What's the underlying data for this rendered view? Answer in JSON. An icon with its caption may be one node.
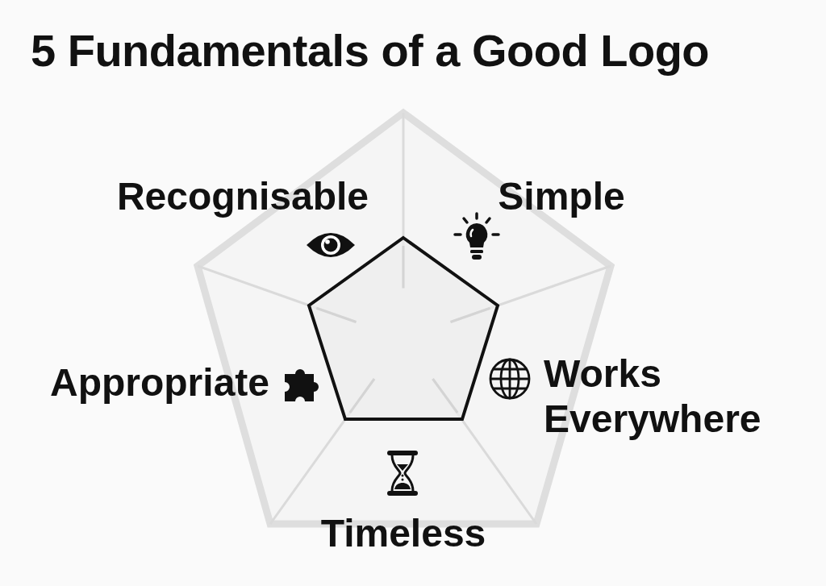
{
  "diagram": {
    "title": "5 Fundamentals of a Good Logo",
    "labels": [
      "Recognisable",
      "Simple",
      "Appropriate",
      "Works Everywhere",
      "Timeless"
    ]
  }
}
